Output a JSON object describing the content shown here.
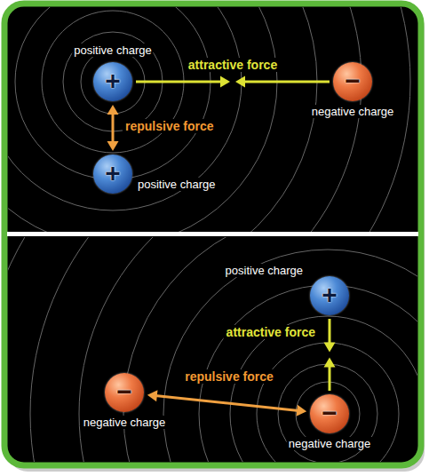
{
  "diagram": {
    "nodes": [
      {
        "text": [
          "+",
          "positive charge"
        ]
      },
      {
        "text": [
          "−",
          "negative charge"
        ]
      },
      {
        "text": [
          "+",
          "positive charge"
        ]
      },
      {
        "text": [
          "+",
          "positive charge"
        ]
      },
      {
        "text": [
          "−",
          "negative charge"
        ]
      },
      {
        "text": [
          "−",
          "negative charge"
        ]
      }
    ],
    "edges": [
      {
        "from": 0,
        "to": 1,
        "arrow": "both",
        "label": "attractive force"
      },
      {
        "from": 0,
        "to": 2,
        "arrow": "both",
        "label": "repulsive force"
      },
      {
        "from": 3,
        "to": 5,
        "arrow": "both",
        "label": "attractive force"
      },
      {
        "from": 4,
        "to": 5,
        "arrow": "both",
        "label": "repulsive force"
      }
    ]
  }
}
